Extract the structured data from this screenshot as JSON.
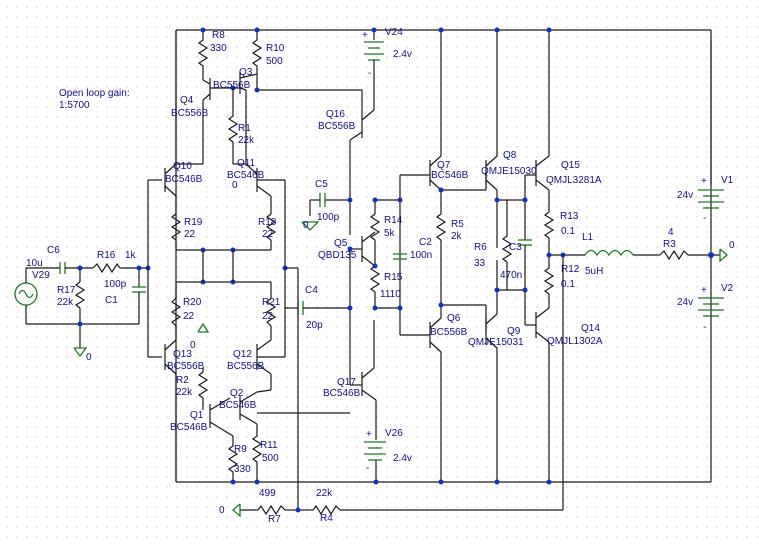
{
  "annotation": {
    "line1": "Open loop gain:",
    "line2": "1:5700"
  },
  "sources": {
    "V24": {
      "name": "V24",
      "value": "2.4v"
    },
    "V26": {
      "name": "V26",
      "value": "2.4v"
    },
    "V1": {
      "name": "V1",
      "value": "24v"
    },
    "V2": {
      "name": "V2",
      "value": "24v"
    },
    "V29": {
      "name": "V29",
      "value": "10u"
    }
  },
  "resistors": {
    "R1": {
      "name": "R1",
      "value": "22k"
    },
    "R2": {
      "name": "R2",
      "value": "22k"
    },
    "R3": {
      "name": "R3",
      "value": "4"
    },
    "R4": {
      "name": "R4",
      "value": "22k"
    },
    "R5": {
      "name": "R5",
      "value": "2k"
    },
    "R6": {
      "name": "R6",
      "value": "33"
    },
    "R7": {
      "name": "R7",
      "value": "499"
    },
    "R8": {
      "name": "R8",
      "value": "330"
    },
    "R9": {
      "name": "R9",
      "value": "330"
    },
    "R10": {
      "name": "R10",
      "value": "500"
    },
    "R11": {
      "name": "R11",
      "value": "500"
    },
    "R12": {
      "name": "R12",
      "value": "0.1"
    },
    "R13": {
      "name": "R13",
      "value": "0.1"
    },
    "R14": {
      "name": "R14",
      "value": "5k"
    },
    "R15": {
      "name": "R15",
      "value": "1110"
    },
    "R16": {
      "name": "R16",
      "value": "1k"
    },
    "R17": {
      "name": "R17",
      "value": "22k"
    },
    "R18": {
      "name": "R18",
      "value": "22"
    },
    "R19": {
      "name": "R19",
      "value": "22"
    },
    "R20": {
      "name": "R20",
      "value": "22"
    },
    "R21": {
      "name": "R21",
      "value": "22"
    }
  },
  "capacitors": {
    "C1": {
      "name": "C1",
      "value": "100p"
    },
    "C2": {
      "name": "C2",
      "value": "100n"
    },
    "C3": {
      "name": "C3",
      "value": "470n"
    },
    "C4": {
      "name": "C4",
      "value": "20p"
    },
    "C5": {
      "name": "C5",
      "value": "100p"
    },
    "C6": {
      "name": "C6",
      "value": "10u"
    }
  },
  "inductors": {
    "L1": {
      "name": "L1",
      "value": "5uH"
    }
  },
  "transistors": {
    "Q1": {
      "name": "Q1",
      "model": "BC546B"
    },
    "Q2": {
      "name": "Q2",
      "model": "BC546B"
    },
    "Q3": {
      "name": "Q3",
      "model": "BC556B"
    },
    "Q4": {
      "name": "Q4",
      "model": "BC556B"
    },
    "Q5": {
      "name": "Q5",
      "model": "QBD135"
    },
    "Q6": {
      "name": "Q6",
      "model": "BC556B"
    },
    "Q7": {
      "name": "Q7",
      "model": "BC546B"
    },
    "Q8": {
      "name": "Q8",
      "model": "QMJE15030"
    },
    "Q9": {
      "name": "Q9",
      "model": "QMJE15031"
    },
    "Q10": {
      "name": "Q10",
      "model": "BC546B"
    },
    "Q11": {
      "name": "Q11",
      "model": "BC546B"
    },
    "Q12": {
      "name": "Q12",
      "model": "BC556B"
    },
    "Q13": {
      "name": "Q13",
      "model": "BC556B"
    },
    "Q14": {
      "name": "Q14",
      "model": "QMJL1302A"
    },
    "Q15": {
      "name": "Q15",
      "model": "QMJL3281A"
    },
    "Q16": {
      "name": "Q16",
      "model": "BC556B"
    },
    "Q17": {
      "name": "Q17",
      "model": "BC546B"
    }
  },
  "grounds": {
    "g1": "0",
    "g2": "0",
    "g3": "0",
    "g4": "0",
    "g5": "0",
    "g6": "0",
    "g7": "0"
  },
  "signs": {
    "plus": "+",
    "minus": "-"
  }
}
